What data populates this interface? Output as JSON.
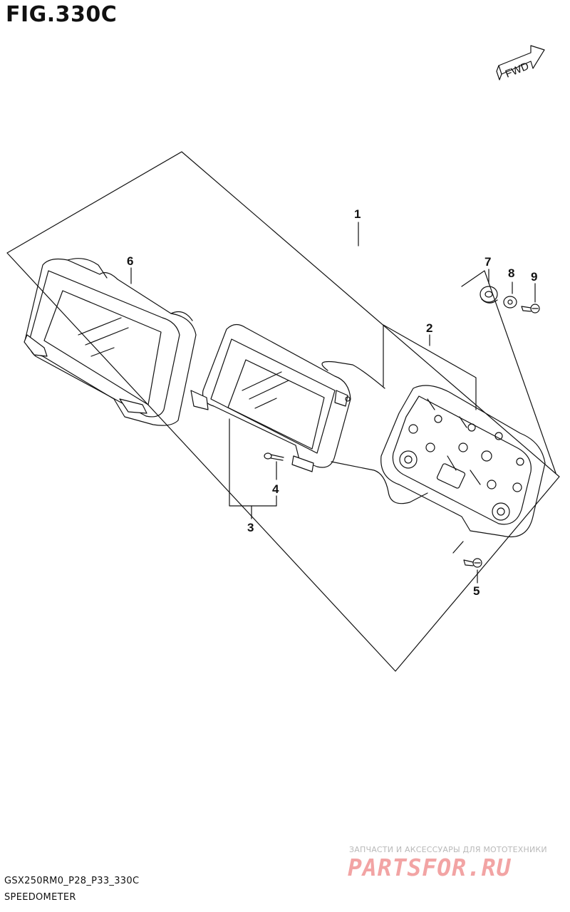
{
  "figure": {
    "title": "FIG.330C",
    "direction_label": "FWD",
    "ref_code": "GSX250RM0_P28_P33_330C",
    "part_name": "SPEEDOMETER"
  },
  "callouts": {
    "c1": "1",
    "c2": "2",
    "c3": "3",
    "c4": "4",
    "c5": "5",
    "c6": "6",
    "c7": "7",
    "c8": "8",
    "c9": "9"
  },
  "watermark": {
    "tagline": "ЗАПЧАСТИ И АКСЕССУАРЫ ДЛЯ МОТОТЕХНИКИ",
    "brand": "PARTSFOR.RU",
    "color": "#f2a4a4"
  }
}
